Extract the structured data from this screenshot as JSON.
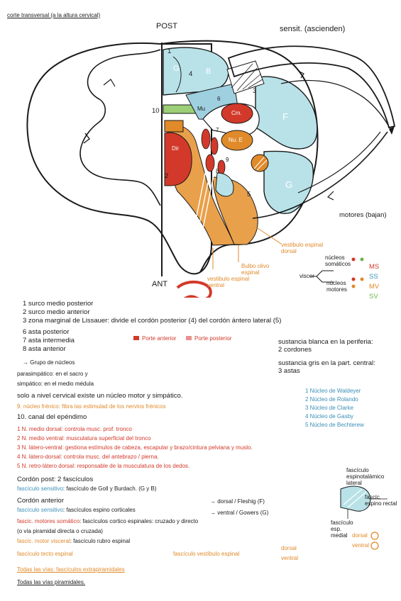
{
  "diagram": {
    "title": "corte transversal (a la altura cervical)",
    "post_label": "POST",
    "ant_label": "ANT",
    "ascend_label": "sensit. (ascienden)",
    "descend_label": "motores (bajan)",
    "region_labels": {
      "num1": "1",
      "num2": "2",
      "num3": "3",
      "num4": "4",
      "num5": "5",
      "num6": "6",
      "num7": "7",
      "num8": "8",
      "num9": "9",
      "num10": "10",
      "G_left": "G",
      "B_left": "B",
      "F_right": "F",
      "G_right": "G",
      "cm": "Cm.",
      "nue": "Nu. E",
      "dir": "Dir",
      "mu_label": "Mu"
    },
    "tract_labels": {
      "vest_esp": "vestibulo espinal dorsal",
      "olivo": "Bulbo olivo espinal",
      "vest_vent": "vestibulo espinal ventral"
    }
  },
  "legend": {
    "nucleos": "núcleos somáticos",
    "MS": "MS",
    "SS": "SS",
    "MV": "MV",
    "SV": "SV",
    "visceral": "viscer",
    "nucleos_motores": "núcleos motores"
  },
  "notes": {
    "l1": "1 surco medio posterior",
    "l2": "2 surco medio anterior",
    "l3": "3 zona marginal de Lissauer: divide el cordón posterior (4) del cordón ántero lateral (5)",
    "l6": "6 asta posterior",
    "l7": "7 asta intermedia",
    "l8": "8 asta anterior",
    "legend_ant": "Porte anterior",
    "legend_post": "Porte posterior",
    "grupo": "→ Grupo de núcleos",
    "parasimpatico": "parasimpático: en el sacro y",
    "simpatico": "simpático: en el medio médula",
    "sust_blanca": "sustancia blanca en la periferia: 2 cordones",
    "sust_gris": "sustancia gris en la part. central: 3 astas",
    "solo": "solo a nivel cervical existe un núcleo motor y simpático.",
    "l9": "9. núcleo frénico: fibra las estimulad de los nervios frénicos",
    "l10": "10. canal del epéndimo",
    "blue1": "1 Núcleo de Waldeyer",
    "blue2": "2 Núcleo de Rolando",
    "blue3": "3 Núcleo de Clarke",
    "blue4": "4 Núcleo de Gasby",
    "blue5": "5 Núcleo de Bechterew",
    "r1": "1 N. medio dorsal: controla musc. prof. tronco",
    "r2": "2 N. medio ventral: musculatura superficial del tronco",
    "r3": "3 N. látero-ventral: gestiona estímulos de cabeza, escapular y brazo/cintura pelviana y muslo.",
    "r4": "4 N. látero-dorsal: controla musc. del antebrazo / pierna.",
    "r5": "5 N. retro-látero dorsal: responsable de la musculatura de los dedos.",
    "cordon_post": "Cordón post: 2 fascículos",
    "fasc_sens": "fascículo sensitivo",
    "gollbur": ": fascículo de Goll y Burdach. (G y B)",
    "cordon_ant": "Cordón anterior",
    "fasc_sens2": "fascículo sensitivo",
    "espino": ": fascículos espino corticales",
    "dorsal": "→ dorsal / Fleshig (F)",
    "ventral": "→ ventral / Gowers (G)",
    "motor_somatico": "fascic. motores somático",
    "cortico": ": fascículos cortico espinales: cruzado y directo",
    "via": "(o vía piramidal directa o cruzada)",
    "motor_visceral": "fascic. motor visceral",
    "rubro": ": fascículo rubro espinal",
    "tecto": "fascículo tecto espinal",
    "vest_esp2": "fascículo vestíbulo espinal",
    "dorsal2": "dorsal",
    "ventral2": "ventral",
    "todos_vias": "Todas las vías: fascículos extrapiramidales",
    "todos_piram": "Todas las vías piramidales."
  },
  "mini": {
    "label1": "fascículo espinotalámico lateral",
    "label2": "fascíc. espino rectal",
    "label3": "fascículo esp. medial",
    "dorsal": "dorsal",
    "ventral": "ventral"
  }
}
